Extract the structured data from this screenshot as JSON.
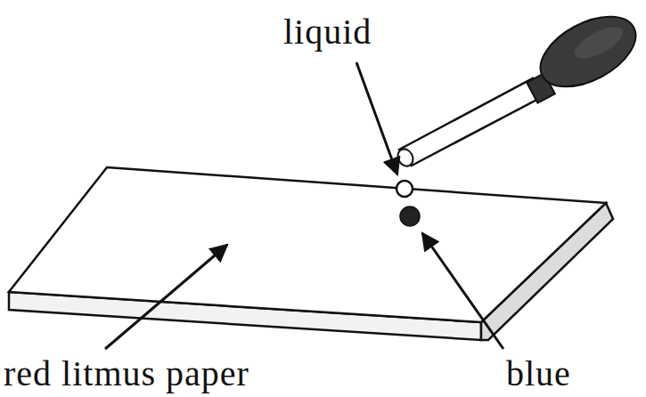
{
  "diagram": {
    "labels": [
      "liquid",
      "red litmus paper",
      "blue"
    ]
  }
}
